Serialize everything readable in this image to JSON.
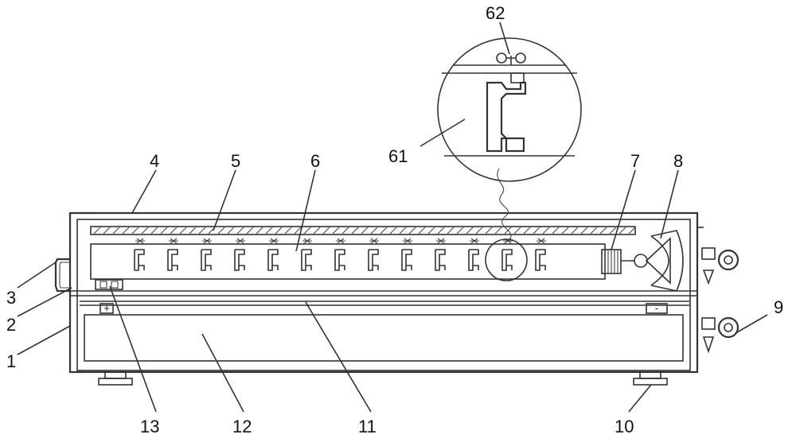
{
  "labels": {
    "l1": "1",
    "l2": "2",
    "l3": "3",
    "l4": "4",
    "l5": "5",
    "l6": "6",
    "l7": "7",
    "l8": "8",
    "l9": "9",
    "l10": "10",
    "l11": "11",
    "l12": "12",
    "l13": "13",
    "l61": "61",
    "l62": "62"
  },
  "terminals": {
    "positive": "+",
    "negative": "-"
  },
  "clip_count": 13
}
